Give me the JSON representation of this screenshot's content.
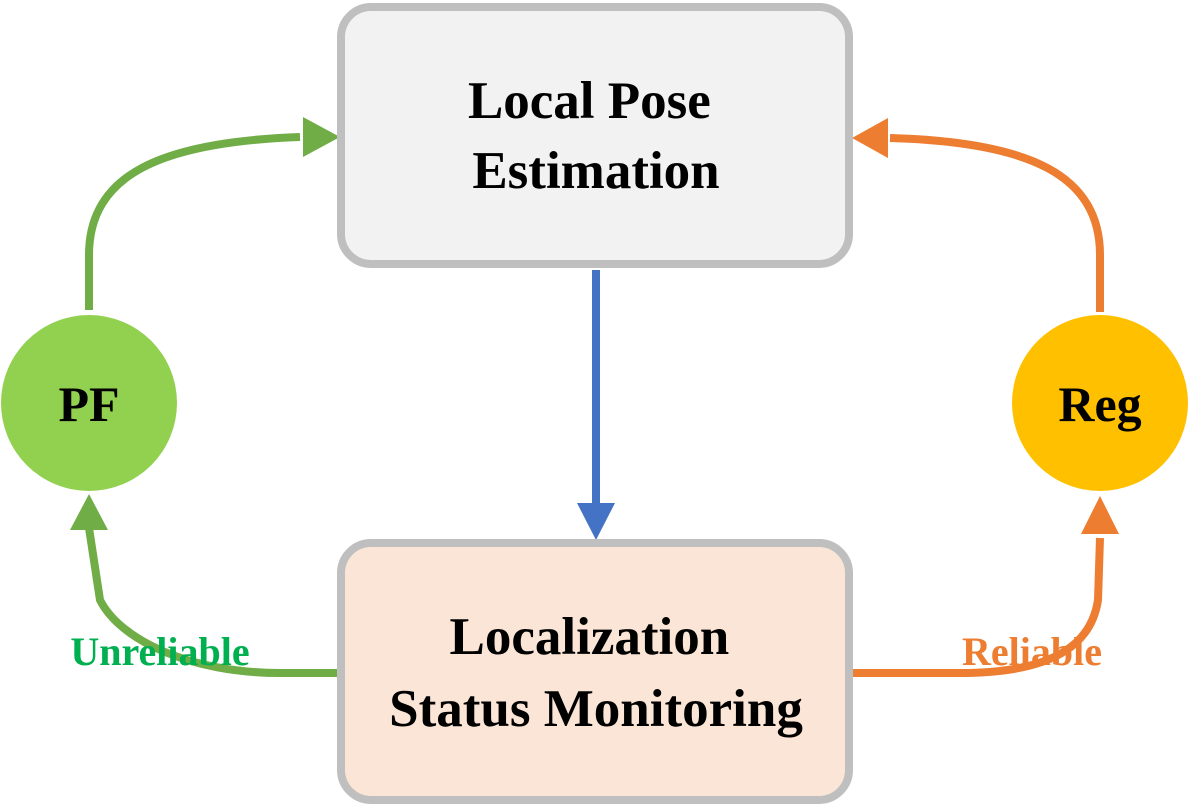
{
  "nodes": {
    "local_pose": {
      "lines": [
        "Local Pose",
        "Estimation"
      ],
      "fill": "#f2f2f2",
      "stroke": "#bfbfbf"
    },
    "monitoring": {
      "lines": [
        "Localization",
        "Status Monitoring"
      ],
      "fill": "#fbe5d6",
      "stroke": "#bfbfbf"
    },
    "pf": {
      "label": "PF",
      "fill": "#92d050"
    },
    "reg": {
      "label": "Reg",
      "fill": "#ffc000"
    }
  },
  "edges": {
    "unreliable": {
      "label": "Unreliable",
      "line_color": "#70ad47",
      "label_color": "#00b050"
    },
    "reliable": {
      "label": "Reliable",
      "line_color": "#ed7d31",
      "label_color": "#ed7d31"
    },
    "down": {
      "line_color": "#4472c4"
    }
  }
}
